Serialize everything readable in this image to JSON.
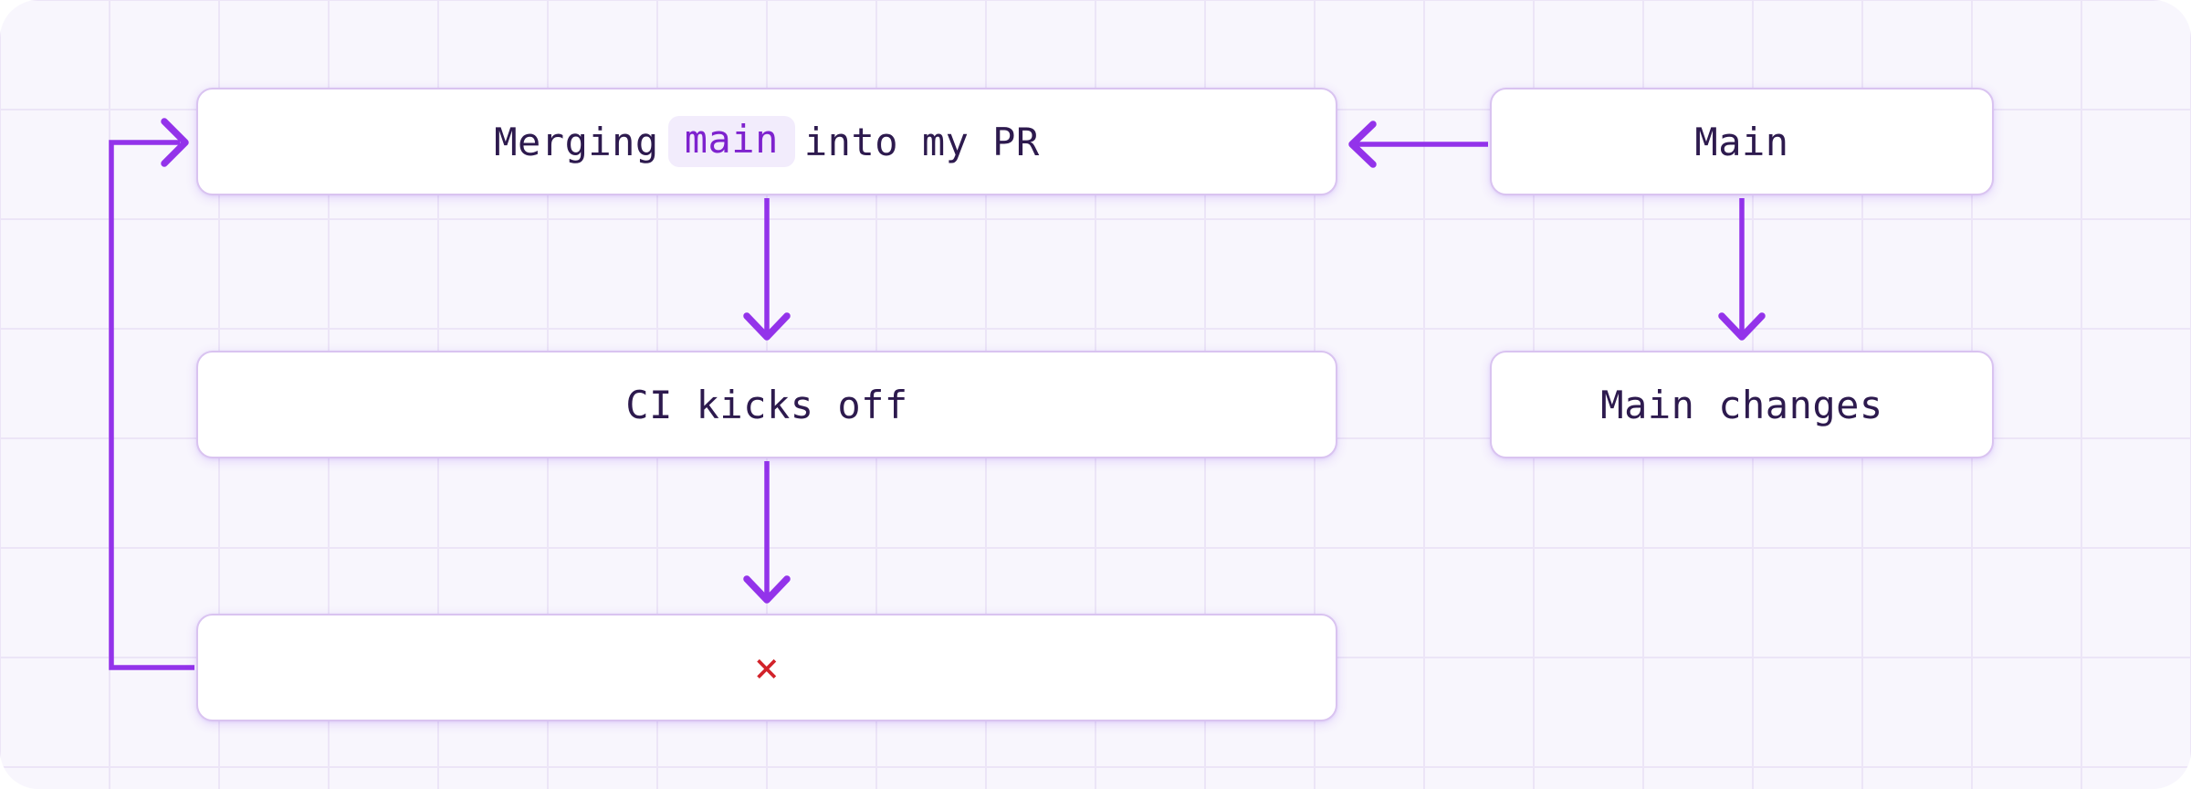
{
  "diagram": {
    "type": "flowchart",
    "nodes": {
      "merge_pr": {
        "text_before": "Merging",
        "chip": "main",
        "text_after": "into my PR"
      },
      "ci": {
        "label": "CI kicks off"
      },
      "fail": {
        "label": "×"
      },
      "main": {
        "label": "Main"
      },
      "main_changes": {
        "label": "Main changes"
      }
    },
    "edges": [
      {
        "from": "merge_pr",
        "to": "ci"
      },
      {
        "from": "ci",
        "to": "fail"
      },
      {
        "from": "fail",
        "to": "merge_pr"
      },
      {
        "from": "main",
        "to": "merge_pr"
      },
      {
        "from": "main",
        "to": "main_changes"
      }
    ]
  },
  "colors": {
    "accent": "#9333ea",
    "canvas_bg": "#f8f6fd",
    "grid_line": "#ece5f7",
    "box_border": "#d9c3f0",
    "box_bg": "#ffffff",
    "text": "#2d1a4e",
    "chip_bg": "#f2ecfc",
    "chip_text": "#7e22ce",
    "error": "#d2222a"
  }
}
